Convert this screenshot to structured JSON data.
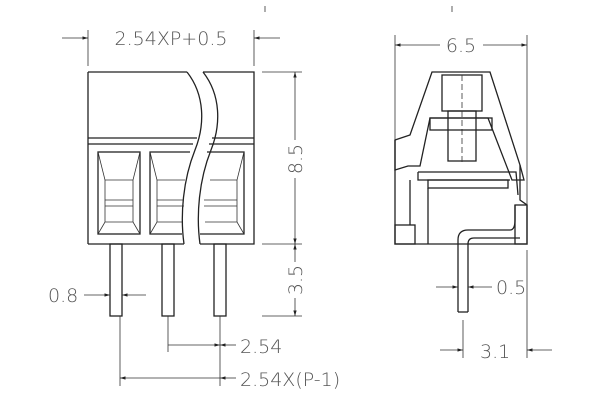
{
  "front_view": {
    "width_dim": "2.54XP+0.5",
    "height_dim": "8.5",
    "pin_length_dim": "3.5",
    "pin_width_dim": "0.8",
    "pitch_dim": "2.54",
    "total_pitch_dim": "2.54X(P-1)"
  },
  "side_view": {
    "depth_dim": "6.5",
    "pin_thickness_dim": "0.5",
    "pin_offset_dim": "3.1"
  }
}
